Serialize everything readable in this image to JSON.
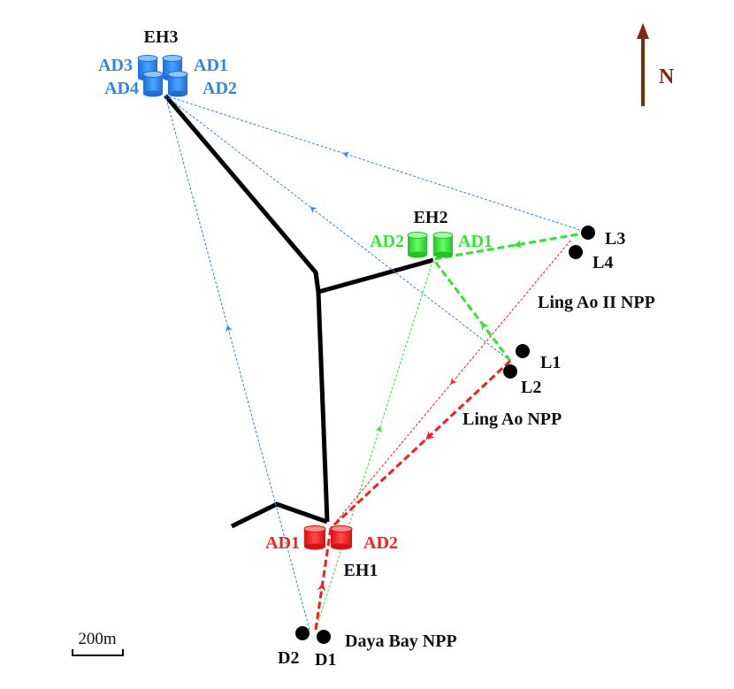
{
  "colors": {
    "eh1": "#ff1a1a",
    "eh2": "#2ee62e",
    "eh3": "#2f86e8",
    "tunnel": "#000000",
    "north": "#7a2e10",
    "label": "#111111"
  },
  "north": {
    "label": "N"
  },
  "scale_bar": {
    "label": "200m"
  },
  "halls": {
    "eh3": {
      "name": "EH3",
      "detectors": [
        "AD1",
        "AD2",
        "AD3",
        "AD4"
      ]
    },
    "eh2": {
      "name": "EH2",
      "detectors": [
        "AD1",
        "AD2"
      ]
    },
    "eh1": {
      "name": "EH1",
      "detectors": [
        "AD1",
        "AD2"
      ]
    }
  },
  "reactors": {
    "daya_bay": {
      "label": "Daya Bay NPP",
      "cores": [
        "D1",
        "D2"
      ]
    },
    "ling_ao": {
      "label": "Ling Ao NPP",
      "cores": [
        "L1",
        "L2"
      ]
    },
    "ling_ao_ii": {
      "label": "Ling Ao II NPP",
      "cores": [
        "L3",
        "L4"
      ]
    }
  }
}
